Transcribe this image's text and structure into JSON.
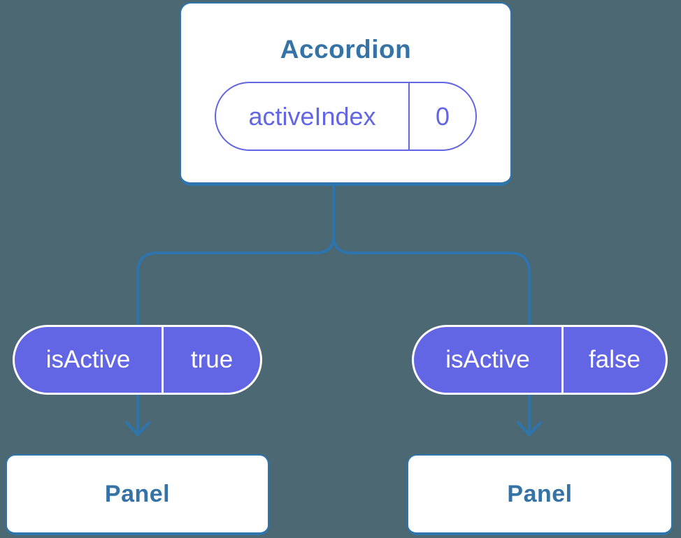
{
  "diagram": {
    "root": {
      "title": "Accordion",
      "state": {
        "label": "activeIndex",
        "value": "0"
      }
    },
    "children": [
      {
        "prop": {
          "label": "isActive",
          "value": "true"
        },
        "node": {
          "title": "Panel"
        }
      },
      {
        "prop": {
          "label": "isActive",
          "value": "false"
        },
        "node": {
          "title": "Panel"
        }
      }
    ],
    "colors": {
      "background": "#4C6872",
      "connector_blue": "#2E74AD",
      "node_title_text": "#3572A5",
      "state_accent_purple": "#6366E4",
      "prop_pill_fill": "#6366E4",
      "prop_pill_text": "#FFFFFF",
      "node_fill": "#FFFFFF"
    }
  }
}
